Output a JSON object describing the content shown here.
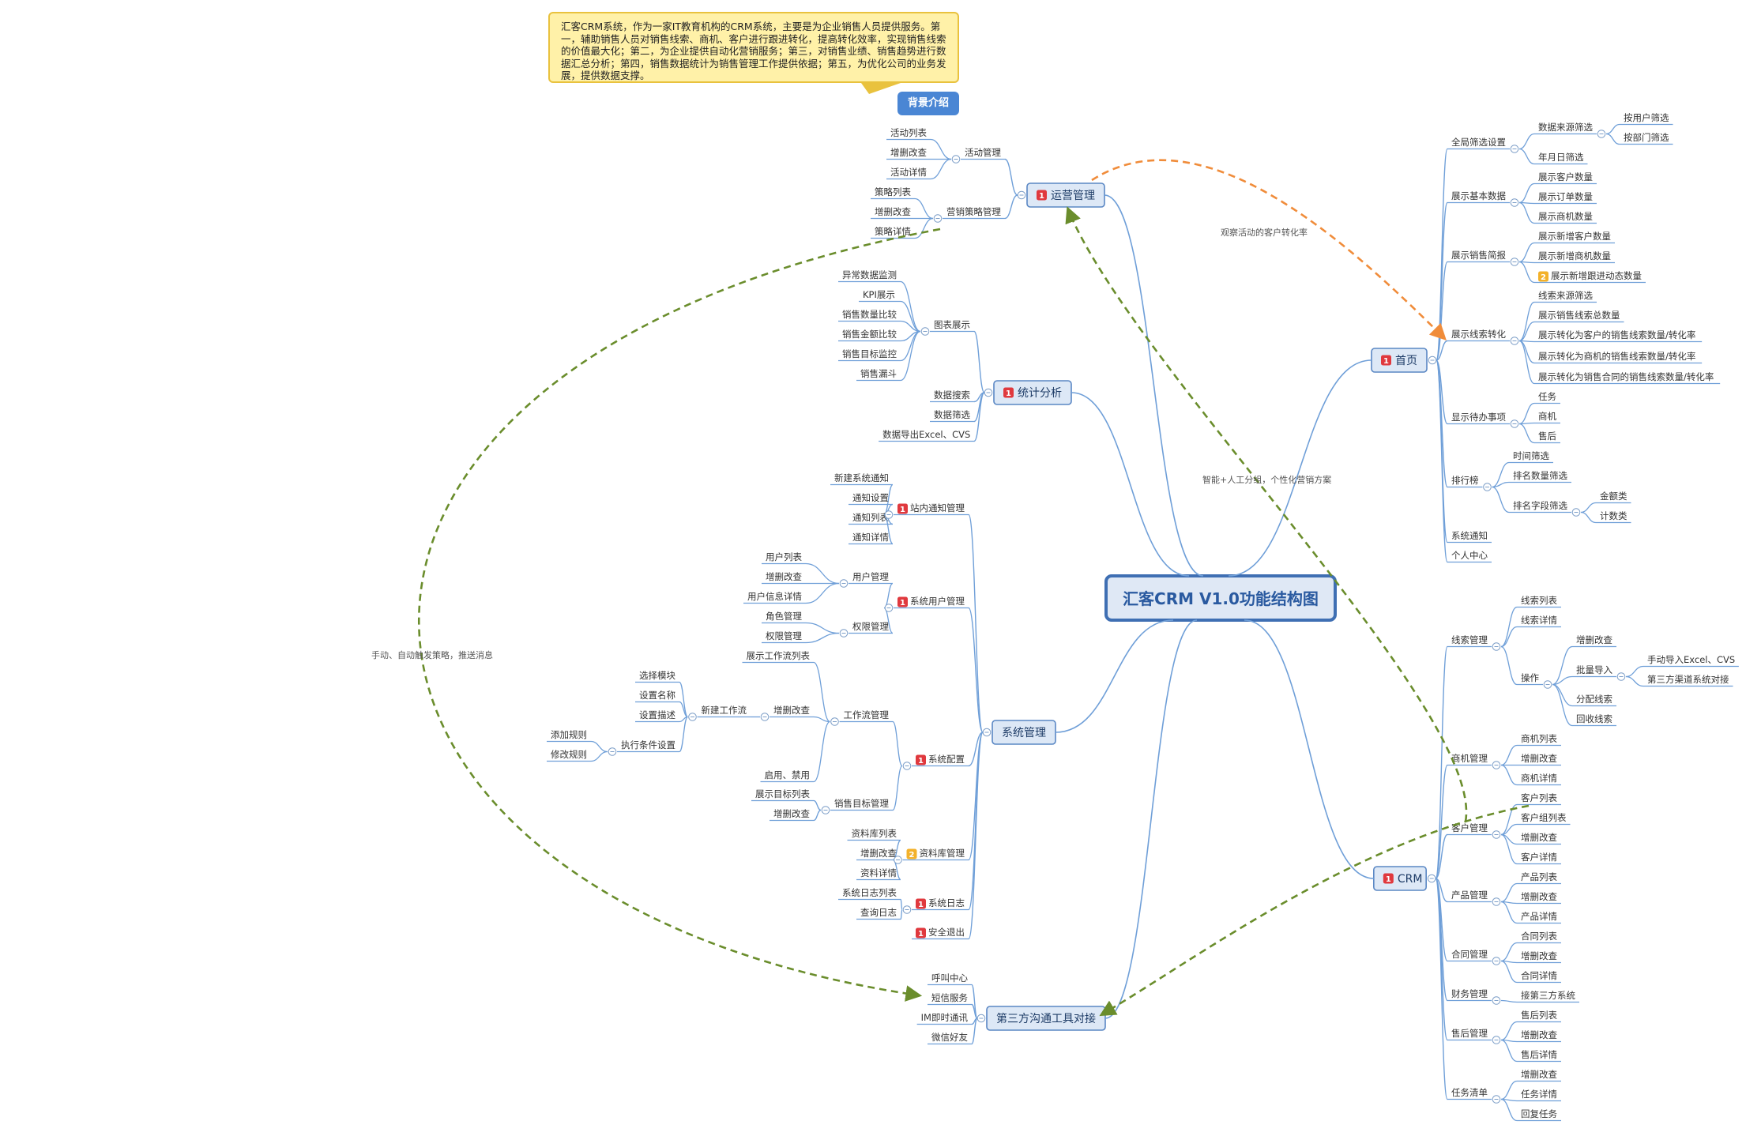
{
  "background_note": {
    "text": "汇客CRM系统，作为一家IT教育机构的CRM系统，主要是为企业销售人员提供服务。第一，辅助销售人员对销售线索、商机、客户进行跟进转化，提高转化效率，实现销售线索的价值最大化；第二，为企业提供自动化营销服务；第三，对销售业绩、销售趋势进行数据汇总分析；第四，销售数据统计为销售管理工作提供依据；第五，为优化公司的业务发展，提供数据支撑。",
    "tab": "背景介绍"
  },
  "root": {
    "label": "汇客CRM V1.0功能结构图"
  },
  "colors": {
    "line": "#6f9fd8",
    "orange": "#f08c3a",
    "green": "#6a8d2c",
    "priority_red": "#e0393e",
    "priority_yellow": "#f3b12a",
    "topic_fill": "#dde8f6",
    "topic_border": "#5a87c4"
  },
  "relations": [
    {
      "label": "观察活动的客户转化率"
    },
    {
      "label": "智能+人工分组，个性化营销方案"
    },
    {
      "label": "手动、自动触发策略，推送消息"
    }
  ],
  "branches": {
    "yunying": {
      "label": "运营管理",
      "priority": "1",
      "children": [
        {
          "label": "活动管理",
          "children": [
            "活动列表",
            "增删改查",
            "活动详情"
          ]
        },
        {
          "label": "营销策略管理",
          "children": [
            "策略列表",
            "增删改查",
            "策略详情"
          ]
        }
      ]
    },
    "tongji": {
      "label": "统计分析",
      "priority": "1",
      "children": [
        {
          "label": "图表展示",
          "children": [
            "异常数据监测",
            "KPI展示",
            "销售数量比较",
            "销售金额比较",
            "销售目标监控",
            "销售漏斗"
          ]
        },
        {
          "label": "数据搜索"
        },
        {
          "label": "数据筛选"
        },
        {
          "label": "数据导出Excel、CVS"
        }
      ]
    },
    "xitong": {
      "label": "系统管理",
      "children": [
        {
          "label": "站内通知管理",
          "priority": "1",
          "children": [
            "新建系统通知",
            "通知设置",
            "通知列表",
            "通知详情"
          ]
        },
        {
          "label": "系统用户管理",
          "priority": "1",
          "children": [
            "用户管理",
            "权限管理"
          ]
        },
        {
          "label": "系统配置",
          "priority": "1",
          "children": [
            "工作流管理",
            "销售目标管理"
          ]
        },
        {
          "label": "资料库管理",
          "priority": "2",
          "children": [
            "资料库列表",
            "增删改查",
            "资料详情"
          ]
        },
        {
          "label": "系统日志",
          "priority": "1",
          "children": [
            "系统日志列表",
            "查询日志"
          ]
        },
        {
          "label": "安全退出",
          "priority": "1"
        }
      ],
      "user_mgmt": [
        "用户列表",
        "增删改查",
        "用户信息详情"
      ],
      "perm_mgmt": [
        "角色管理",
        "权限管理"
      ],
      "workflow": [
        "展示工作流列表",
        "增删改查",
        "启用、禁用"
      ],
      "workflow_crud": [
        "新建工作流"
      ],
      "new_workflow": [
        "选择模块",
        "设置名称",
        "设置描述",
        "执行条件设置"
      ],
      "condition": [
        "添加规则",
        "修改规则"
      ],
      "sales_target": [
        "展示目标列表",
        "增删改查"
      ]
    },
    "disanfang": {
      "label": "第三方沟通工具对接",
      "children": [
        "呼叫中心",
        "短信服务",
        "IM即时通讯",
        "微信好友"
      ]
    },
    "shouye": {
      "label": "首页",
      "priority": "1",
      "children": [
        {
          "label": "全局筛选设置",
          "children": [
            "数据来源筛选",
            "年月日筛选"
          ]
        },
        {
          "label": "展示基本数据",
          "children": [
            "展示客户数量",
            "展示订单数量",
            "展示商机数量"
          ]
        },
        {
          "label": "展示销售简报",
          "children": [
            "展示新增客户数量",
            "展示新增商机数量",
            "展示新增跟进动态数量"
          ]
        },
        {
          "label": "展示线索转化",
          "children": [
            "线索来源筛选",
            "展示销售线索总数量",
            "展示转化为客户的销售线索数量/转化率",
            "展示转化为商机的销售线索数量/转化率",
            "展示转化为销售合同的销售线索数量/转化率"
          ]
        },
        {
          "label": "显示待办事项",
          "children": [
            "任务",
            "商机",
            "售后"
          ]
        },
        {
          "label": "排行榜",
          "children": [
            "时间筛选",
            "排名数量筛选",
            "排名字段筛选"
          ]
        },
        {
          "label": "系统通知"
        },
        {
          "label": "个人中心"
        }
      ],
      "source_filter": [
        "按用户筛选",
        "按部门筛选"
      ],
      "rank_field": [
        "金额类",
        "计数类"
      ],
      "brief_priority": "2"
    },
    "crm": {
      "label": "CRM",
      "priority": "1",
      "children": [
        {
          "label": "线索管理",
          "children": [
            "线索列表",
            "线索详情",
            "操作"
          ]
        },
        {
          "label": "商机管理",
          "children": [
            "商机列表",
            "增删改查",
            "商机详情"
          ]
        },
        {
          "label": "客户管理",
          "children": [
            "客户列表",
            "客户组列表",
            "增删改查",
            "客户详情"
          ]
        },
        {
          "label": "产品管理",
          "children": [
            "产品列表",
            "增删改查",
            "产品详情"
          ]
        },
        {
          "label": "合同管理",
          "children": [
            "合同列表",
            "增删改查",
            "合同详情"
          ]
        },
        {
          "label": "财务管理",
          "children": [
            "接第三方系统"
          ]
        },
        {
          "label": "售后管理",
          "children": [
            "售后列表",
            "增删改查",
            "售后详情"
          ]
        },
        {
          "label": "任务清单",
          "children": [
            "增删改查",
            "任务详情",
            "回复任务"
          ]
        }
      ],
      "operation": [
        "增删改查",
        "批量导入",
        "分配线索",
        "回收线索"
      ],
      "batch_import": [
        "手动导入Excel、CVS",
        "第三方渠道系统对接"
      ]
    }
  }
}
